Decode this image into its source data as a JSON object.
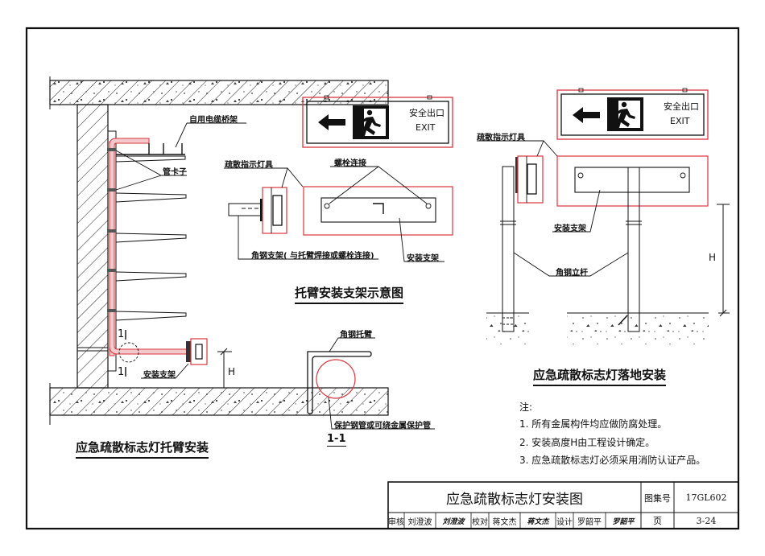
{
  "drawing": {
    "left_view": {
      "title": "应急疏散标志灯托臂安装",
      "labels": {
        "cable_tray": "自用电缆桥架",
        "pipe_clamp": "管卡子",
        "section_mark_top": "1",
        "section_mark_bottom": "1",
        "mount_bracket": "安装支架",
        "height_mark": "H"
      }
    },
    "middle_view": {
      "title": "托臂安装支架示意图",
      "sign": {
        "cn": "安全出口",
        "en": "EXIT"
      },
      "labels": {
        "light_fixture": "疏散指示灯具",
        "bolt_connection": "螺栓连接",
        "angle_bracket": "角钢支架( 与托臂焊接或螺栓连接)",
        "mount_bracket": "安装支架"
      }
    },
    "section_view": {
      "title": "1-1",
      "labels": {
        "angle_arm": "角钢托臂",
        "protective_pipe": "保护钢管或可绕金属保护管"
      }
    },
    "right_view": {
      "title": "应急疏散标志灯落地安装",
      "sign": {
        "cn": "安全出口",
        "en": "EXIT"
      },
      "labels": {
        "light_fixture": "疏散指示灯具",
        "mount_bracket": "安装支架",
        "angle_post": "角钢立杆",
        "height_mark": "H"
      }
    },
    "notes": {
      "heading": "注:",
      "items": [
        "1. 所有金属构件均应做防腐处理。",
        "2. 安装高度H由工程设计确定。",
        "3. 应急疏散标志灯必须采用消防认证产品。"
      ]
    }
  },
  "title_block": {
    "drawing_title": "应急疏散标志灯安装图",
    "atlas_label": "图集号",
    "atlas_no": "17GL602",
    "page_label": "页",
    "page_no": "3-24",
    "review_label": "审核",
    "reviewer": "刘澄波",
    "reviewer_sig": "刘澄波",
    "check_label": "校对",
    "checker": "蒋文杰",
    "checker_sig": "蒋文杰",
    "design_label": "设计",
    "designer": "罗韶平",
    "designer_sig": "罗韶平"
  },
  "colors": {
    "line": "#1a1a1a",
    "highlight": "#d9363e",
    "pipe_fill": "#f3c9cc"
  }
}
